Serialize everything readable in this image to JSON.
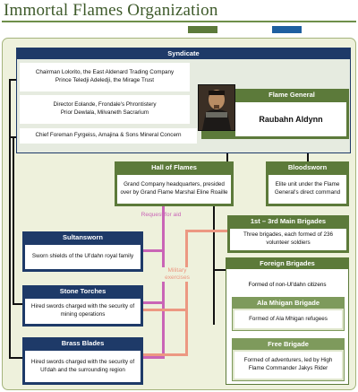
{
  "title": "Immortal Flames Organization",
  "legend_colors": {
    "olive": "#5c7a3a",
    "blue": "#1e5fa0"
  },
  "syndicate": {
    "header": "Syndicate",
    "members": [
      "Chairman Lolorito, the East Aldenard Trading Company",
      "Prince Teledji Adeledji, the Mirage Trust",
      "Director Eolande, Frondale's Phrontistery",
      "Prior Dewlala, Milvaneth Sacrarium",
      "Chief Foreman Fyrgeiss, Amajina & Sons Mineral Concern"
    ]
  },
  "flame_general": {
    "header": "Flame General",
    "name": "Raubahn Aldynn",
    "portrait_icon": "portrait-icon"
  },
  "hall_of_flames": {
    "header": "Hall of Flames",
    "desc": "Grand Company headquarters, presided over by Grand Flame Marshal Eline Roaille"
  },
  "bloodsworn": {
    "header": "Bloodsworn",
    "desc": "Elite unit under the Flame General's direct command"
  },
  "labels": {
    "request_for_aid": "Request for aid",
    "military_exercises": "Military exercises"
  },
  "sultansworn": {
    "header": "Sultansworn",
    "desc": "Sworn shields of the Ul'dahn royal family"
  },
  "stone_torches": {
    "header": "Stone Torches",
    "desc": "Hired swords charged with the security of mining operations"
  },
  "brass_blades": {
    "header": "Brass Blades",
    "desc": "Hired swords charged with the security of Ul'dah and the surrounding region"
  },
  "main_brigades": {
    "header": "1st – 3rd Main Brigades",
    "desc": "Three brigades, each formed of 236 volunteer soldiers"
  },
  "foreign_brigades": {
    "header": "Foreign Brigades",
    "desc": "Formed of non-Ul'dahn citizens"
  },
  "ala_mhigan_brigade": {
    "header": "Ala Mhigan Brigade",
    "desc": "Formed of Ala Mhigan refugees"
  },
  "free_brigade": {
    "header": "Free Brigade",
    "desc": "Formed of adventurers, led by High Flame Commander Jakys Rider"
  },
  "line_colors": {
    "pink": "#c965b6",
    "salmon": "#ec9882",
    "black": "#111111"
  }
}
